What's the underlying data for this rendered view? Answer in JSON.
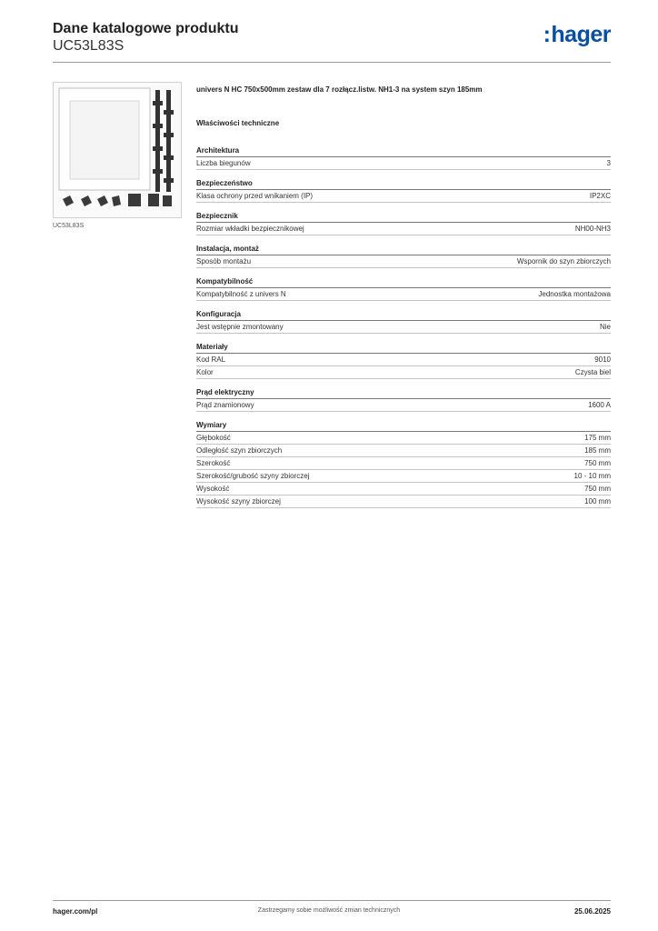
{
  "header": {
    "title": "Dane katalogowe produktu",
    "code": "UC53L83S",
    "logo": "hager",
    "logo_color": "#0a4f9e"
  },
  "image": {
    "caption": "UC53L83S"
  },
  "product": {
    "description": "univers N HC 750x500mm zestaw dla 7 rozłącz.listw. NH1-3 na system szyn 185mm",
    "section_title": "Właściwości techniczne"
  },
  "groups": [
    {
      "title": "Architektura",
      "rows": [
        {
          "label": "Liczba biegunów",
          "value": "3"
        }
      ]
    },
    {
      "title": "Bezpieczeństwo",
      "rows": [
        {
          "label": "Klasa ochrony przed wnikaniem (IP)",
          "value": "IP2XC"
        }
      ]
    },
    {
      "title": "Bezpiecznik",
      "rows": [
        {
          "label": "Rozmiar wkładki bezpiecznikowej",
          "value": "NH00-NH3"
        }
      ]
    },
    {
      "title": "Instalacja, montaż",
      "rows": [
        {
          "label": "Sposób montażu",
          "value": "Wspornik do szyn zbiorczych"
        }
      ]
    },
    {
      "title": "Kompatybilność",
      "rows": [
        {
          "label": "Kompatybilność z univers N",
          "value": "Jednostka montażowa"
        }
      ]
    },
    {
      "title": "Konfiguracja",
      "rows": [
        {
          "label": "Jest wstępnie zmontowany",
          "value": "Nie"
        }
      ]
    },
    {
      "title": "Materiały",
      "rows": [
        {
          "label": "Kod RAL",
          "value": "9010"
        },
        {
          "label": "Kolor",
          "value": "Czysta biel"
        }
      ]
    },
    {
      "title": "Prąd elektryczny",
      "rows": [
        {
          "label": "Prąd znamionowy",
          "value": "1600 A"
        }
      ]
    },
    {
      "title": "Wymiary",
      "rows": [
        {
          "label": "Głębokość",
          "value": "175 mm"
        },
        {
          "label": "Odległość szyn zbiorczych",
          "value": "185 mm"
        },
        {
          "label": "Szerokość",
          "value": "750 mm"
        },
        {
          "label": "Szerokość/grubość szyny zbiorczej",
          "value": "10 - 10 mm"
        },
        {
          "label": "Wysokość",
          "value": "750 mm"
        },
        {
          "label": "Wysokość szyny zbiorczej",
          "value": "100 mm"
        }
      ]
    }
  ],
  "footer": {
    "website": "hager.com/pl",
    "notice": "Zastrzegamy sobie możliwość zmian technicznych",
    "date": "25.06.2025"
  }
}
